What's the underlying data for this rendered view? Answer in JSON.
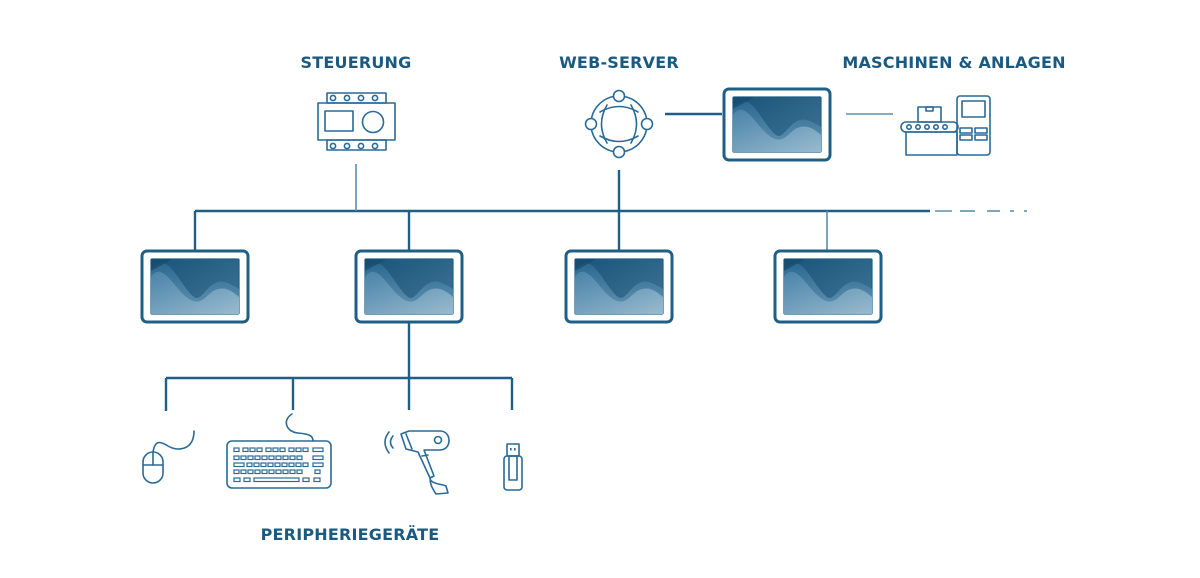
{
  "labels": {
    "steuerung": "STEUERUNG",
    "web_server": "WEB-SERVER",
    "maschinen": "MASCHINEN & ANLAGEN",
    "peripherie": "PERIPHERIEGERÄTE"
  },
  "nodes": {
    "controller": {
      "icon": "plc-controller-icon"
    },
    "web_server": {
      "icon": "network-globe-icon"
    },
    "web_panel": {
      "icon": "hmi-panel-icon"
    },
    "machine": {
      "icon": "conveyor-machine-icon"
    },
    "panels": [
      {
        "icon": "hmi-panel-icon"
      },
      {
        "icon": "hmi-panel-icon"
      },
      {
        "icon": "hmi-panel-icon"
      },
      {
        "icon": "hmi-panel-icon"
      }
    ],
    "peripherals": [
      {
        "icon": "mouse-icon"
      },
      {
        "icon": "keyboard-icon"
      },
      {
        "icon": "barcode-scanner-icon"
      },
      {
        "icon": "usb-stick-icon"
      }
    ]
  },
  "colors": {
    "primary": "#1a5a80",
    "line": "#1f5f86",
    "screen_dark": "#1b5479",
    "screen_light": "#8fb6cc"
  }
}
